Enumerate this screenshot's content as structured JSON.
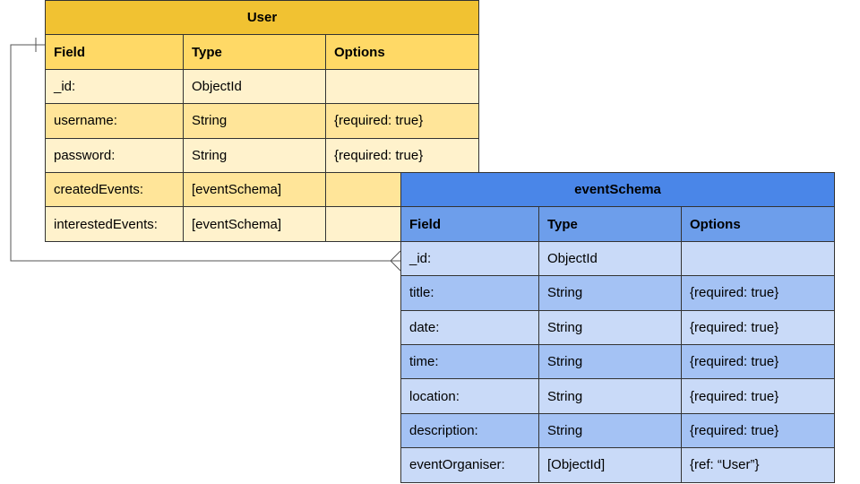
{
  "user_table": {
    "title": "User",
    "headers": [
      "Field",
      "Type",
      "Options"
    ],
    "rows": [
      [
        "_id:",
        "ObjectId",
        ""
      ],
      [
        "username:",
        "String",
        "{required: true}"
      ],
      [
        "password:",
        "String",
        "{required: true}"
      ],
      [
        "createdEvents:",
        "[eventSchema]",
        ""
      ],
      [
        "interestedEvents:",
        "[eventSchema]",
        ""
      ]
    ]
  },
  "event_table": {
    "title": "eventSchema",
    "headers": [
      "Field",
      "Type",
      "Options"
    ],
    "rows": [
      [
        "_id:",
        "ObjectId",
        ""
      ],
      [
        "title:",
        "String",
        "{required: true}"
      ],
      [
        "date:",
        "String",
        "{required: true}"
      ],
      [
        "time:",
        "String",
        "{required: true}"
      ],
      [
        "location:",
        "String",
        "{required: true}"
      ],
      [
        "description:",
        "String",
        "{required: true}"
      ],
      [
        "eventOrganiser:",
        "[ObjectId]",
        "{ref: “User”}"
      ]
    ]
  },
  "relationship": {
    "from": "User",
    "to": "eventSchema",
    "from_end": "one",
    "to_end": "many"
  }
}
